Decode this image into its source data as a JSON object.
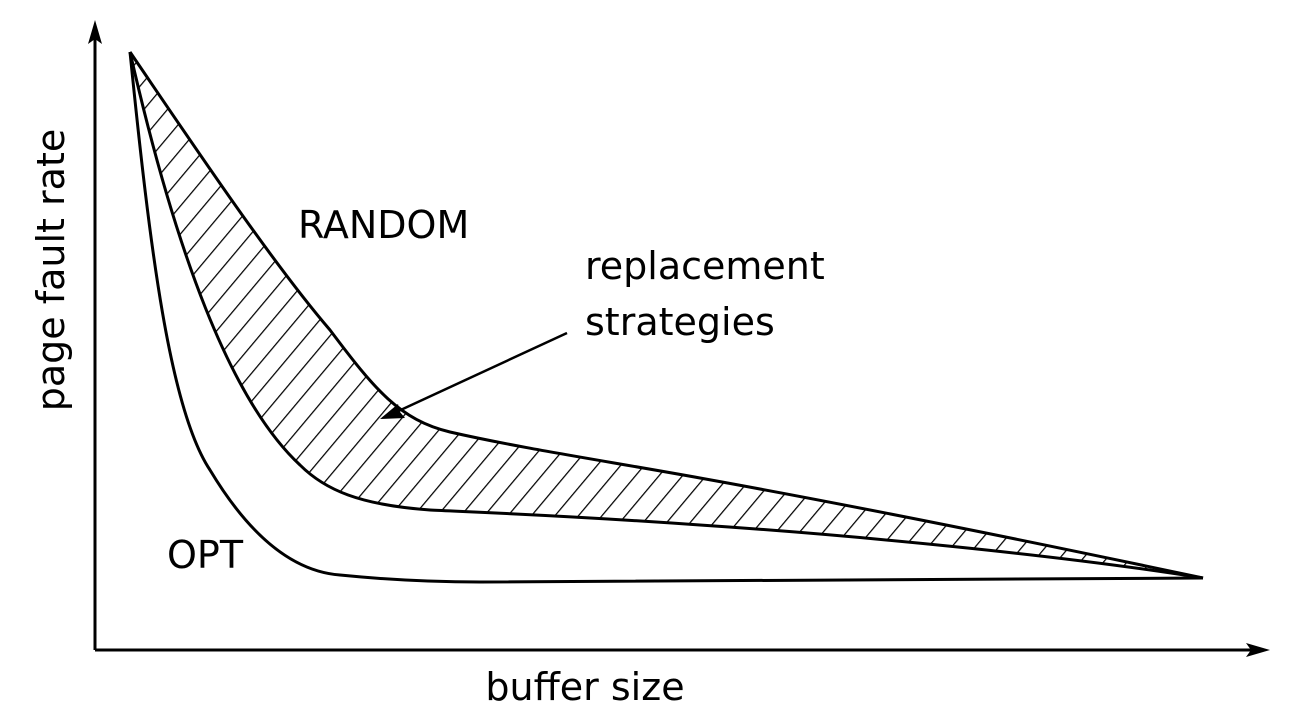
{
  "axes": {
    "xlabel": "buffer size",
    "ylabel": "page fault rate"
  },
  "curves": {
    "random_label": "RANDOM",
    "opt_label": "OPT"
  },
  "annotation": {
    "line1": "replacement",
    "line2": "strategies"
  }
}
